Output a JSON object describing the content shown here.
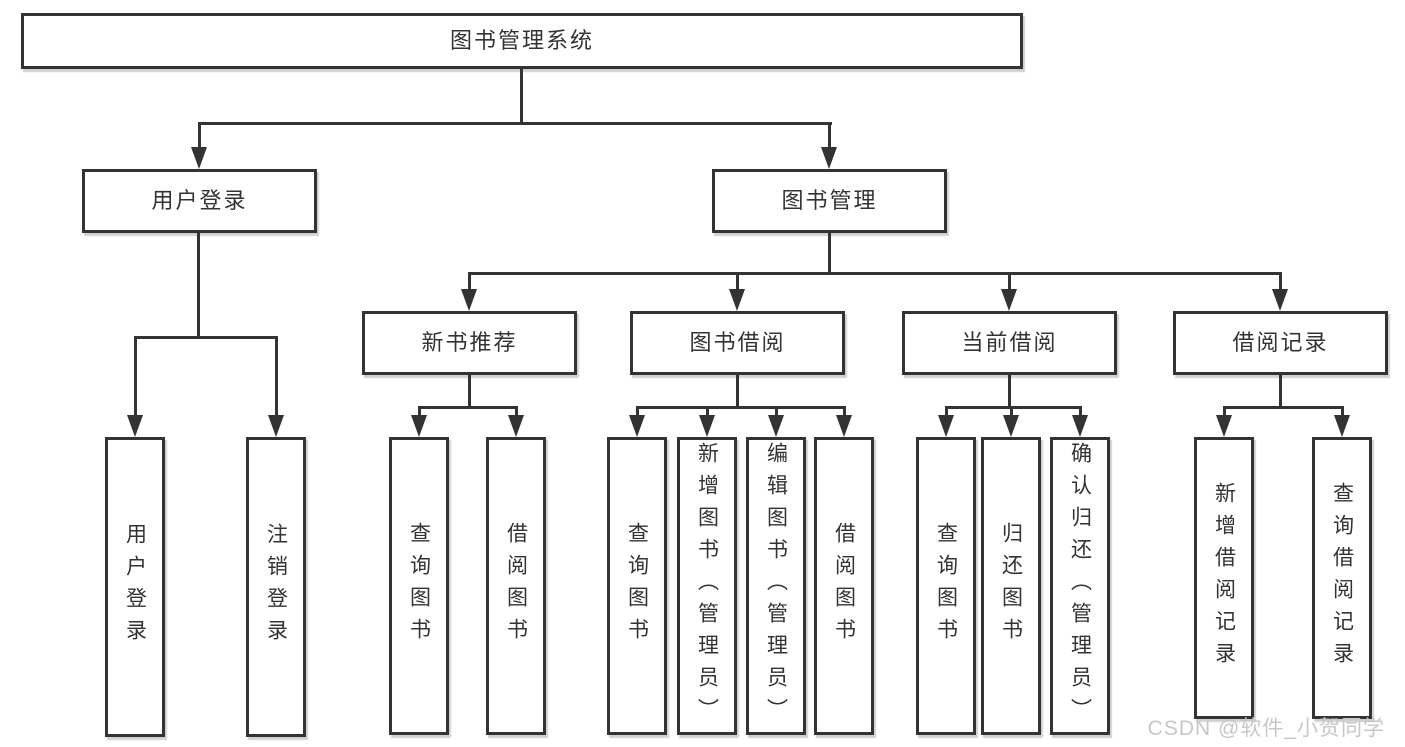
{
  "colors": {
    "line": "#333333",
    "text": "#333333",
    "background": "#ffffff",
    "watermark": "#c7c7c7"
  },
  "watermark": {
    "text": "CSDN @软件_小贺同学"
  },
  "tree": {
    "root": {
      "label": "图书管理系统"
    },
    "branches": [
      {
        "label": "用户登录",
        "leaves": [
          {
            "label": "用户登录"
          },
          {
            "label": "注销登录"
          }
        ]
      },
      {
        "label": "图书管理",
        "groups": [
          {
            "label": "新书推荐",
            "leaves": [
              {
                "label": "查询图书"
              },
              {
                "label": "借阅图书"
              }
            ]
          },
          {
            "label": "图书借阅",
            "leaves": [
              {
                "label": "查询图书"
              },
              {
                "label": "新增图书（管理员）"
              },
              {
                "label": "编辑图书（管理员）"
              },
              {
                "label": "借阅图书"
              }
            ]
          },
          {
            "label": "当前借阅",
            "leaves": [
              {
                "label": "查询图书"
              },
              {
                "label": "归还图书"
              },
              {
                "label": "确认归还（管理员）"
              }
            ]
          },
          {
            "label": "借阅记录",
            "leaves": [
              {
                "label": "新增借阅记录"
              },
              {
                "label": "查询借阅记录"
              }
            ]
          }
        ]
      }
    ]
  }
}
